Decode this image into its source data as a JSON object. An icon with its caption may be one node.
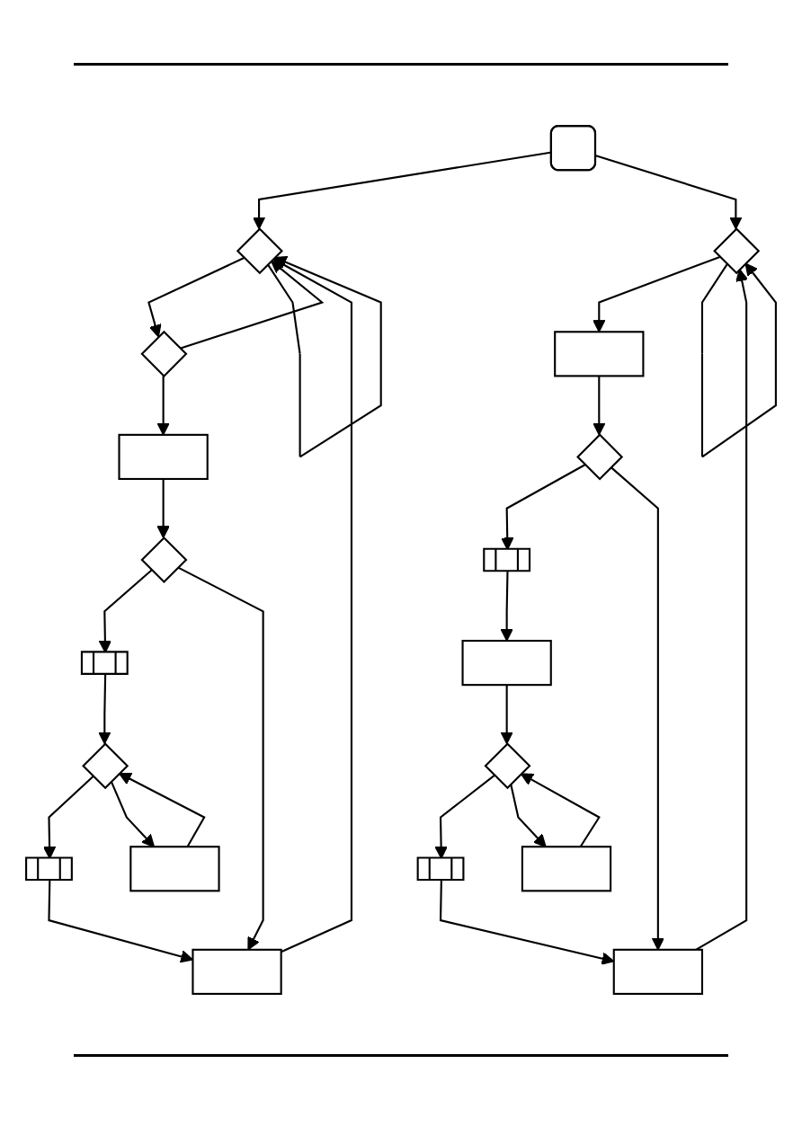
{
  "diagram": {
    "nodes": [
      {
        "text": [],
        "shape": "box"
      },
      {
        "text": [],
        "shape": "diamond"
      },
      {
        "text": [],
        "shape": "diamond"
      },
      {
        "text": [],
        "shape": "diamond"
      },
      {
        "text": [],
        "shape": "box"
      },
      {
        "text": [],
        "shape": "box"
      },
      {
        "text": [],
        "shape": "box"
      },
      {
        "text": [],
        "shape": "box"
      },
      {
        "text": [],
        "shape": "diamond"
      },
      {
        "text": [],
        "shape": "diamond"
      },
      {
        "text": [],
        "shape": "box"
      },
      {
        "text": [],
        "shape": "box"
      },
      {
        "text": [],
        "shape": "box"
      },
      {
        "text": [],
        "shape": "box"
      },
      {
        "text": [],
        "shape": "box"
      },
      {
        "text": [],
        "shape": "diamond"
      },
      {
        "text": [],
        "shape": "box"
      },
      {
        "text": [],
        "shape": "diamond"
      },
      {
        "text": [],
        "shape": "box"
      }
    ],
    "edges": [
      {
        "from": 0,
        "to": 1,
        "arrow": "to"
      },
      {
        "from": 0,
        "to": 3,
        "arrow": "to"
      },
      {
        "from": 1,
        "to": 2,
        "arrow": "to"
      },
      {
        "from": 1,
        "to": 1,
        "arrow": "to"
      },
      {
        "from": 2,
        "to": 1,
        "arrow": "to"
      },
      {
        "from": 5,
        "to": 1,
        "arrow": "to"
      },
      {
        "from": 2,
        "to": 4,
        "arrow": "to"
      },
      {
        "from": 4,
        "to": 8,
        "arrow": "to"
      },
      {
        "from": 8,
        "to": 10,
        "arrow": "to"
      },
      {
        "from": 8,
        "to": 5,
        "arrow": "to"
      },
      {
        "from": 11,
        "to": 5,
        "arrow": "to"
      },
      {
        "from": 10,
        "to": 15,
        "arrow": "to"
      },
      {
        "from": 15,
        "to": 11,
        "arrow": "to"
      },
      {
        "from": 15,
        "to": 16,
        "arrow": "to"
      },
      {
        "from": 16,
        "to": 15,
        "arrow": "to"
      },
      {
        "from": 3,
        "to": 6,
        "arrow": "to"
      },
      {
        "from": 3,
        "to": 3,
        "arrow": "to"
      },
      {
        "from": 7,
        "to": 3,
        "arrow": "to"
      },
      {
        "from": 6,
        "to": 9,
        "arrow": "to"
      },
      {
        "from": 9,
        "to": 12,
        "arrow": "to"
      },
      {
        "from": 9,
        "to": 7,
        "arrow": "to"
      },
      {
        "from": 13,
        "to": 7,
        "arrow": "to"
      },
      {
        "from": 12,
        "to": 14,
        "arrow": "to"
      },
      {
        "from": 14,
        "to": 17,
        "arrow": "to"
      },
      {
        "from": 17,
        "to": 13,
        "arrow": "to"
      },
      {
        "from": 17,
        "to": 18,
        "arrow": "to"
      },
      {
        "from": 18,
        "to": 17,
        "arrow": "to"
      }
    ]
  }
}
